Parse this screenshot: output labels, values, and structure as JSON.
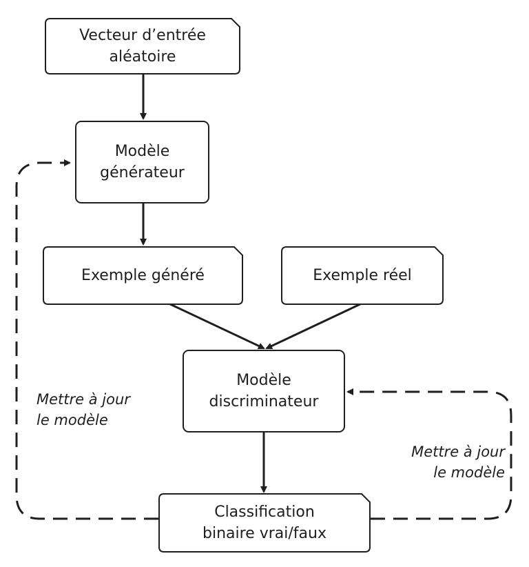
{
  "nodes": {
    "random_vector": {
      "lines": [
        "Vecteur d’entrée",
        "aléatoire"
      ]
    },
    "generator": {
      "lines": [
        "Modèle",
        "générateur"
      ]
    },
    "generated_example": {
      "lines": [
        "Exemple généré"
      ]
    },
    "real_example": {
      "lines": [
        "Exemple réel"
      ]
    },
    "discriminator": {
      "lines": [
        "Modèle",
        "discriminateur"
      ]
    },
    "classification": {
      "lines": [
        "Classification",
        "binaire vrai/faux"
      ]
    }
  },
  "feedback_labels": {
    "left": {
      "lines": [
        "Mettre à jour",
        "le modèle"
      ]
    },
    "right": {
      "lines": [
        "Mettre à jour",
        "le modèle"
      ]
    }
  },
  "colors": {
    "stroke": "#1e1e1e",
    "fill": "#ffffff",
    "text": "#1e1e1e"
  }
}
